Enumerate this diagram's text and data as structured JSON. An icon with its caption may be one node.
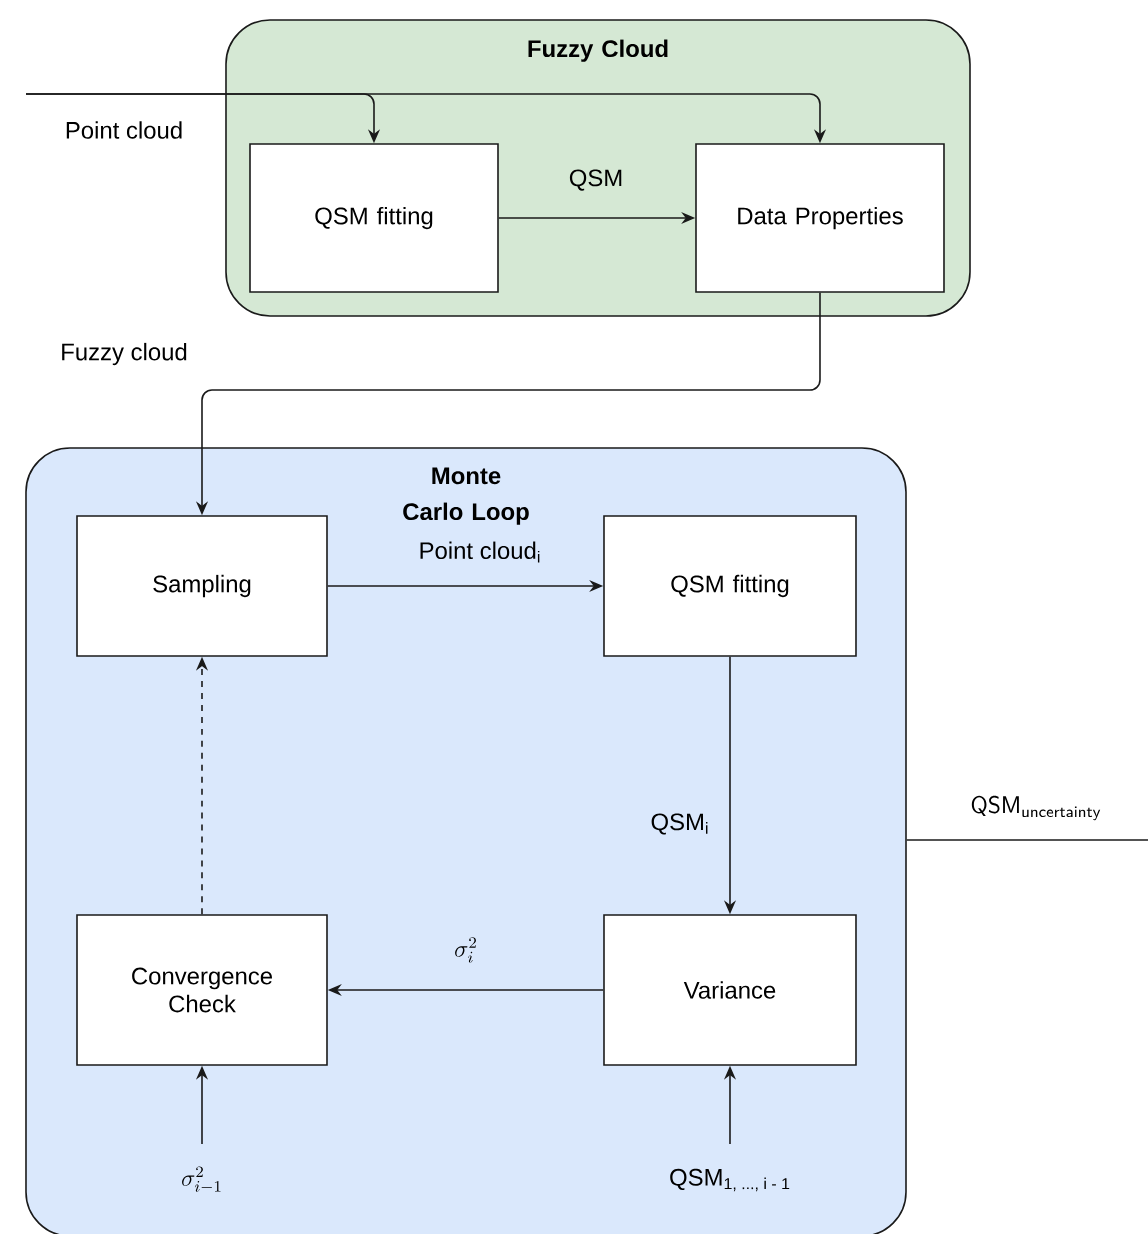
{
  "diagram": {
    "nodes": [
      {
        "text": [
          "Fuzzy Cloud"
        ]
      },
      {
        "text": [
          "QSM fitting"
        ],
        "in": 0
      },
      {
        "text": [
          "Data Properties"
        ],
        "in": 0
      },
      {
        "text": [
          "Monte Carlo Loop"
        ]
      },
      {
        "text": [
          "Sampling"
        ],
        "in": 3
      },
      {
        "text": [
          "QSM fitting"
        ],
        "in": 3
      },
      {
        "text": [
          "Variance"
        ],
        "in": 3
      },
      {
        "text": [
          "Convergence Check"
        ],
        "in": 3
      }
    ],
    "edges": [
      {
        "from": null,
        "to": 1,
        "arrow": "to",
        "label": "Point cloud"
      },
      {
        "from": null,
        "to": 2,
        "arrow": "to"
      },
      {
        "from": 1,
        "to": 2,
        "arrow": "to",
        "label": "QSM"
      },
      {
        "from": 2,
        "to": 4,
        "arrow": "to",
        "label": "Fuzzy cloud"
      },
      {
        "from": 4,
        "to": 5,
        "arrow": "to",
        "label": "Point cloud$_{i}$"
      },
      {
        "from": 5,
        "to": 6,
        "arrow": "to",
        "label": "QSM$_{i}$"
      },
      {
        "from": 6,
        "to": 7,
        "arrow": "to",
        "label": "\\sigma_i^2"
      },
      {
        "from": 7,
        "to": 4,
        "arrow": "to",
        "style": "dashed"
      },
      {
        "from": null,
        "to": 7,
        "arrow": "to",
        "label": "\\sigma_{i-1}^2"
      },
      {
        "from": null,
        "to": 6,
        "arrow": "to",
        "label": "QSM$_{1, ..., i - 1}$"
      },
      {
        "from": 3,
        "to": null,
        "arrow": "none",
        "label": "\\mathsf{QSM}_{\\mathsf{uncertainty}}"
      }
    ]
  }
}
